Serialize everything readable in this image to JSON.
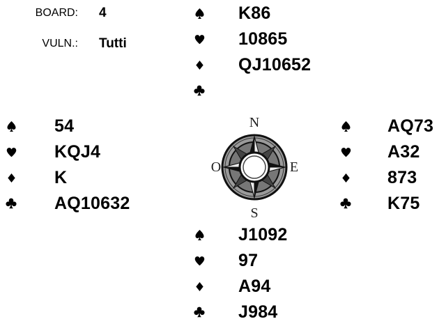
{
  "board": {
    "board_label": "BOARD:",
    "board_number": "4",
    "vuln_label": "VULN.:",
    "vuln_value": "Tutti"
  },
  "suit_icons": [
    "spade-icon",
    "heart-icon",
    "diamond-icon",
    "club-icon"
  ],
  "north": {
    "spades": "K86",
    "hearts": "10865",
    "diamonds": "QJ10652",
    "clubs": ""
  },
  "west": {
    "spades": "54",
    "hearts": "KQJ4",
    "diamonds": "K",
    "clubs": "AQ10632"
  },
  "east": {
    "spades": "AQ73",
    "hearts": "A32",
    "diamonds": "873",
    "clubs": "K75"
  },
  "south": {
    "spades": "J1092",
    "hearts": "97",
    "diamonds": "A94",
    "clubs": "J984"
  },
  "compass": {
    "n": "N",
    "s": "S",
    "e": "E",
    "o": "O"
  }
}
